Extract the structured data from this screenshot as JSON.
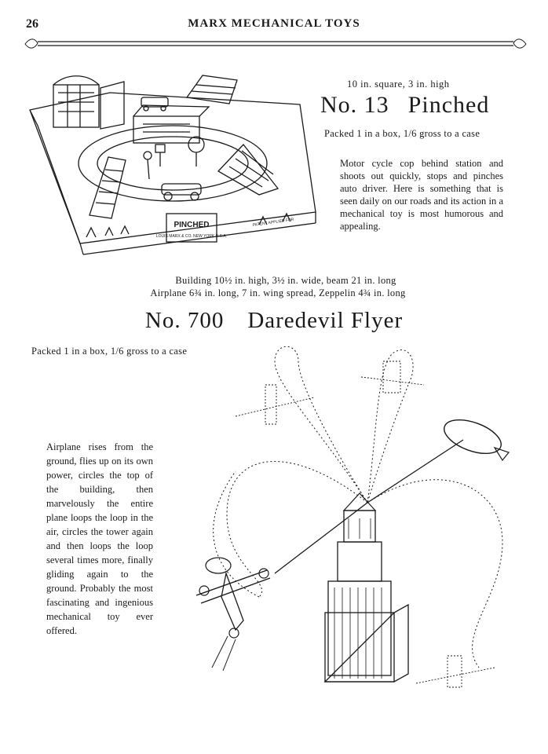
{
  "header": {
    "page_number": "26",
    "running_title": "MARX MECHANICAL TOYS"
  },
  "toy_pinched": {
    "dimensions": "10 in. square, 3 in. high",
    "number": "No. 13",
    "name": "Pinched",
    "packing": "Packed 1 in a box, 1/6 gross to a case",
    "description": "Motor cycle cop behind station and shoots out quickly, stops and pinches auto driver. Here is something that is seen daily on our roads and its action in a mechanical toy is most humorous and appealing.",
    "box_sign": "PINCHED",
    "box_maker": "LOUIS MARX & CO. NEW YORK U.S.A.",
    "box_patent": "PATENT APPLIED FOR"
  },
  "toy_daredevil": {
    "spec_building": "Building 10½ in. high, 3½ in. wide, beam 21 in. long",
    "spec_airplane": "Airplane 6¾ in. long, 7 in. wing spread, Zeppelin 4¾ in. long",
    "number": "No. 700",
    "name": "Daredevil Flyer",
    "packing": "Packed 1 in a box, 1/6 gross to a case",
    "description": "Airplane rises from the ground, flies up on its own power, circles the top of the building, then marvelously the entire plane loops the loop in the air, circles the tower again and then loops the loop several times more, finally gliding again to the ground. Probably the most fascinating and ingenious mechanical toy ever offered."
  },
  "colors": {
    "ink": "#1a1a1a",
    "paper": "#ffffff"
  }
}
